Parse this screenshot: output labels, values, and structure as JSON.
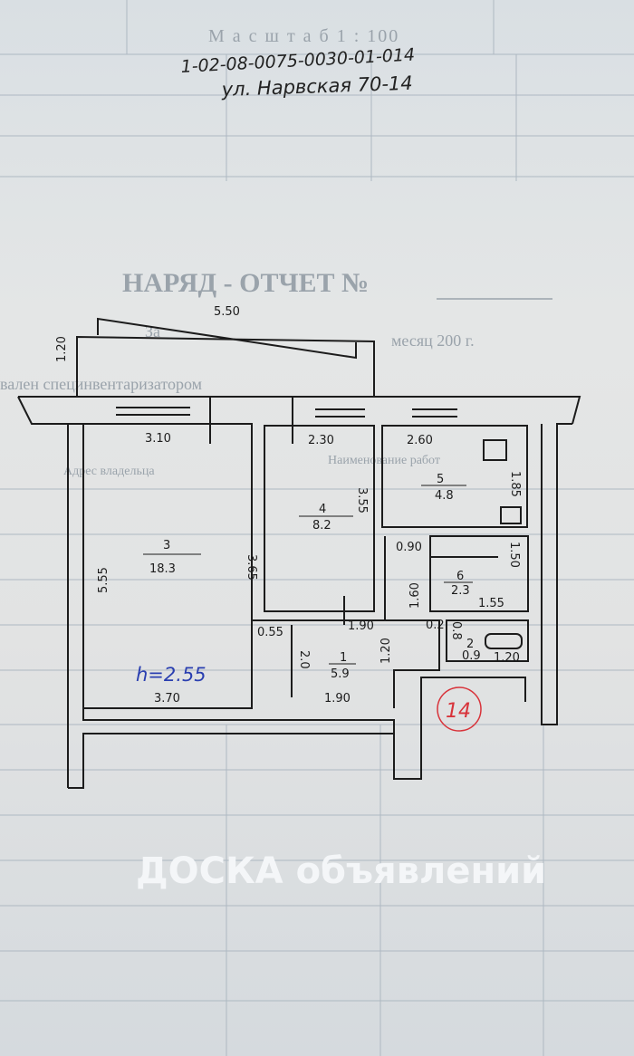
{
  "form": {
    "scale": "М а с ш т а б   1 : 100",
    "title": "НАРЯД - ОТЧЕТ №",
    "month_line_prefix": "За",
    "month_line_suffix": "месяц 200    г.",
    "inventory_line": "вален специнвентаризатором",
    "owner_address_label": "Адрес владельца",
    "work_name_label": "Наименование работ"
  },
  "handwriting": {
    "cadastral_number": "1-02-08-0075-0030-01-014",
    "address": "ул. Нарвская 70-14",
    "ceiling_height": "h=2.55",
    "apartment_number": "14"
  },
  "plan": {
    "balcony": {
      "length": "5.50",
      "width": "1.20"
    },
    "rooms": [
      {
        "number": "3",
        "area": "18.3",
        "width": "3.10",
        "depth": "5.55",
        "bottom": "3.70"
      },
      {
        "number": "4",
        "area": "8.2",
        "width": "2.30",
        "depth": "3.55",
        "left_depth": "3.65"
      },
      {
        "number": "5",
        "area": "4.8",
        "width": "2.60",
        "depth": "1.85"
      },
      {
        "number": "6",
        "area": "2.3",
        "width": "1.55",
        "depth": "1.50"
      },
      {
        "number": "2",
        "area": "0.9",
        "width": "1.20",
        "depth": "0.8"
      },
      {
        "number": "1",
        "area": "5.9",
        "width": "1.90",
        "depth": "2.0",
        "bottom": "1.90"
      }
    ],
    "other_dims": {
      "d055": "0.55",
      "d090": "0.90",
      "d160": "1.60",
      "d02": "0.2",
      "d120": "1.20"
    }
  },
  "watermark": "ДОСКА объявлений",
  "colors": {
    "ink": "#1c1c1c",
    "blue_ink": "#2a3fb0",
    "red_stamp": "#d8333a",
    "paper": "#e2e3e3"
  }
}
